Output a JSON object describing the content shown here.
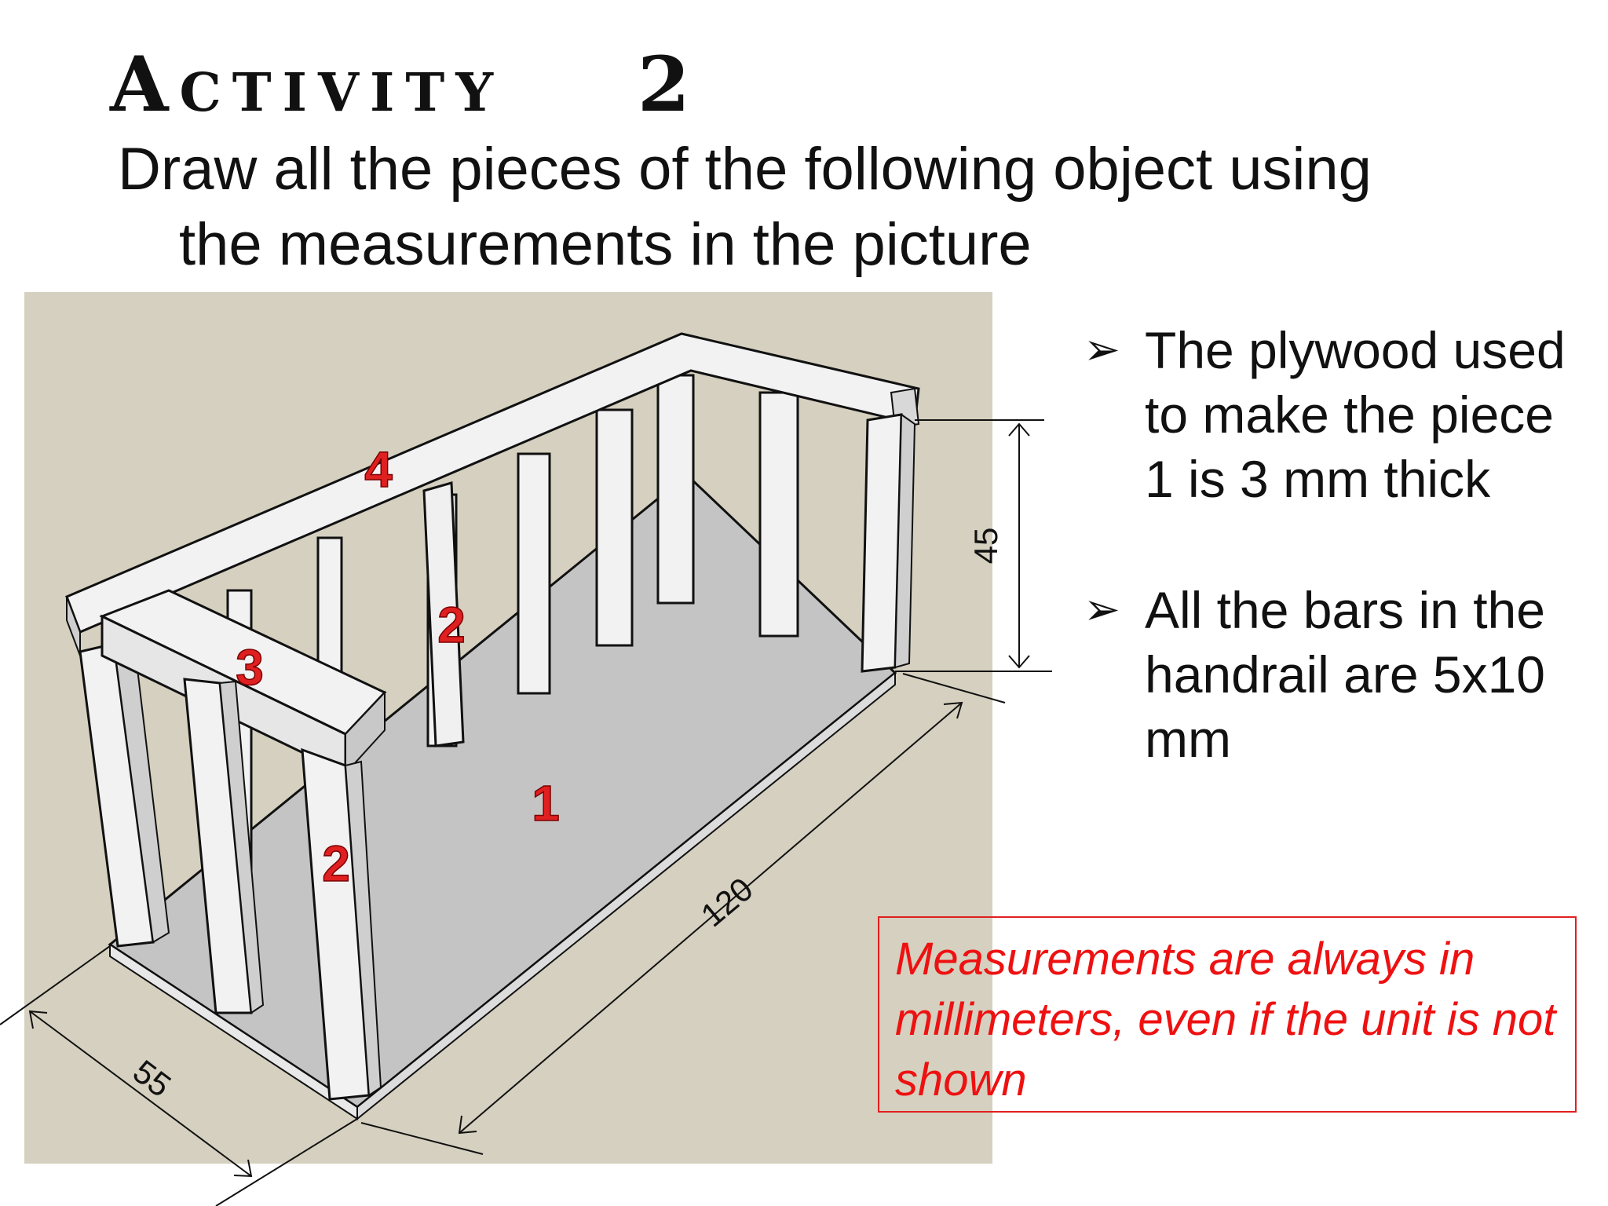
{
  "slide": {
    "title_word": "Activity",
    "title_number": "2",
    "instruction_line1": "Draw all the pieces of the following object using",
    "instruction_line2": "the measurements in the picture"
  },
  "figure": {
    "piece_labels": {
      "floor": "1",
      "bar_back": "2",
      "bar_front": "2",
      "rail_side": "3",
      "rail_top": "4"
    },
    "dimensions": {
      "height": "45",
      "length": "120",
      "width": "55"
    },
    "colors": {
      "background": "#d5d0bf",
      "floor": "#c4c4c4",
      "wood_face": "#f2f2f2",
      "wood_side": "#cfcfcf",
      "label_red": "#e02020"
    }
  },
  "bullets": [
    {
      "marker": "➢",
      "text": "The plywood used to make the piece 1 is 3 mm thick"
    },
    {
      "marker": "➢",
      "text": "All the bars in the handrail are 5x10 mm"
    }
  ],
  "note": {
    "text": "Measurements are always in millimeters, even if the unit is not shown",
    "border_color": "#e02020",
    "text_color": "#ee1111"
  }
}
